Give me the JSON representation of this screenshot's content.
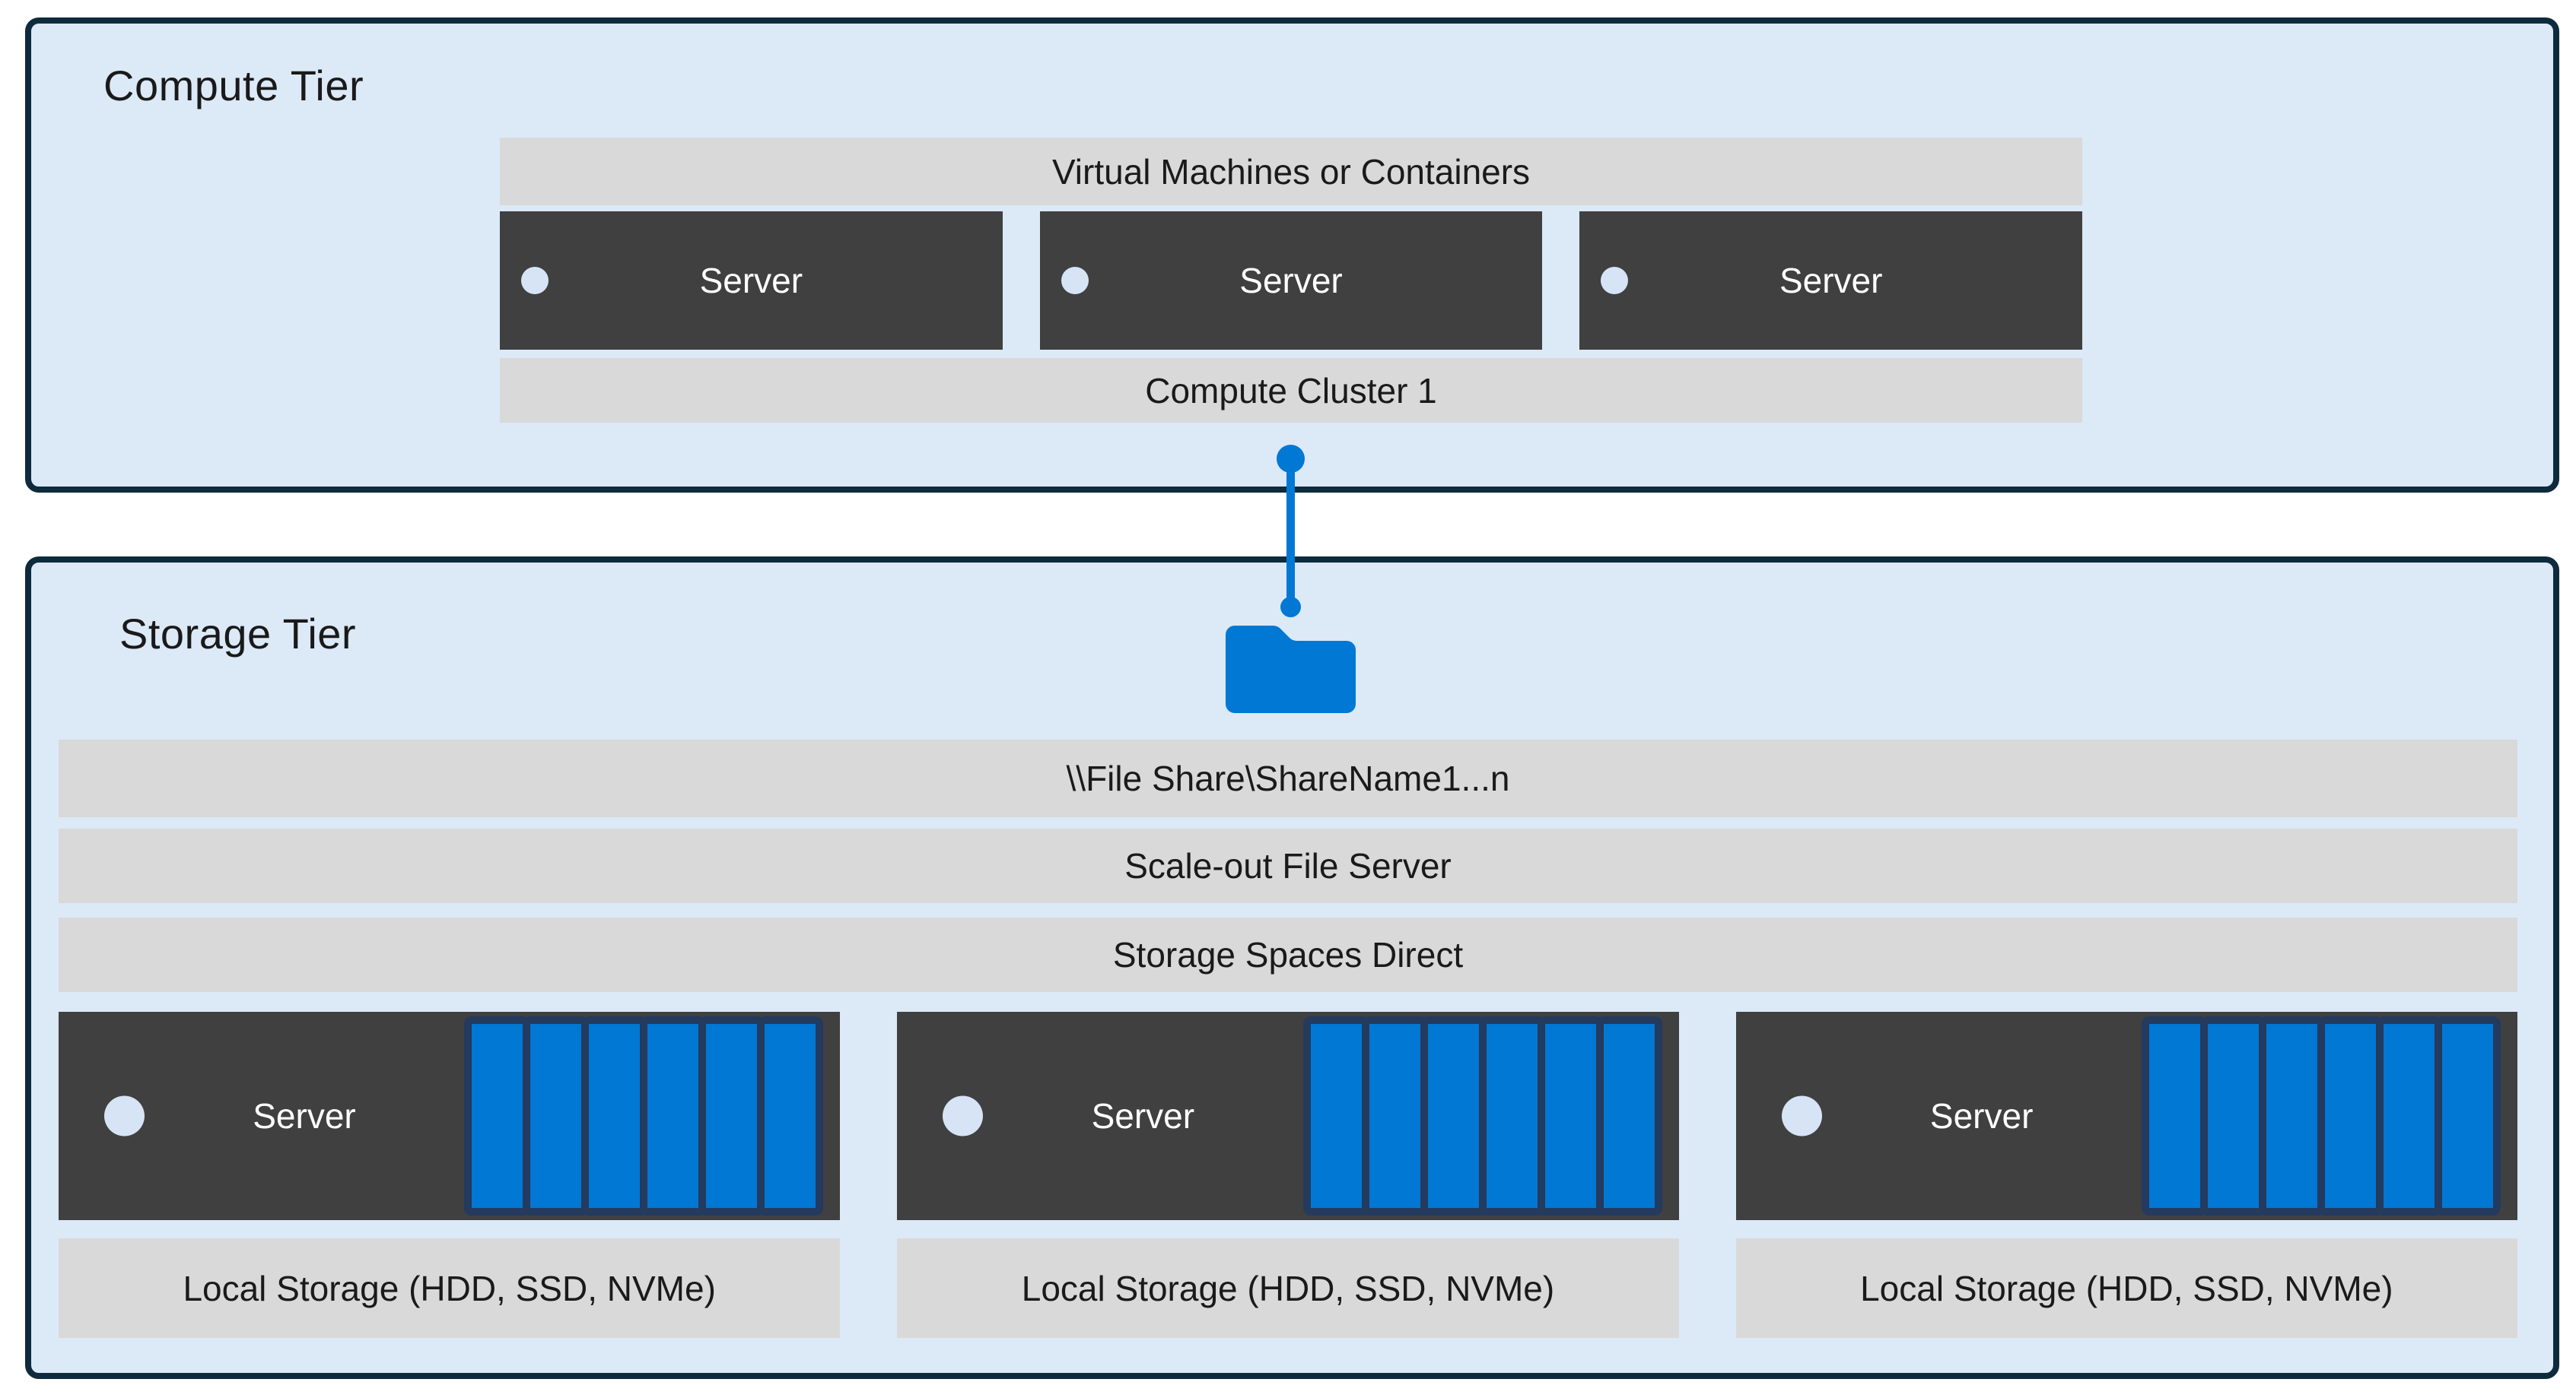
{
  "compute_tier": {
    "title": "Compute Tier",
    "vm_bar_label": "Virtual Machines or Containers",
    "servers": [
      {
        "label": "Server"
      },
      {
        "label": "Server"
      },
      {
        "label": "Server"
      }
    ],
    "cluster_bar_label": "Compute Cluster 1"
  },
  "storage_tier": {
    "title": "Storage Tier",
    "file_share_bar_label": "\\\\File Share\\ShareName1...n",
    "scale_out_bar_label": "Scale-out File Server",
    "s2d_bar_label": "Storage Spaces Direct",
    "nodes": [
      {
        "label": "Server",
        "disk_count": 6,
        "local_storage_label": "Local Storage (HDD, SSD, NVMe)"
      },
      {
        "label": "Server",
        "disk_count": 6,
        "local_storage_label": "Local Storage (HDD, SSD, NVMe)"
      },
      {
        "label": "Server",
        "disk_count": 6,
        "local_storage_label": "Local Storage (HDD, SSD, NVMe)"
      }
    ]
  },
  "icons": {
    "folder": "folder-icon",
    "server_indicator": "status-dot-icon",
    "disk": "disk-bay-icon",
    "connector": "connector-line"
  },
  "colors": {
    "tier_fill": "#DCE9F7",
    "tier_border": "#0D2B3C",
    "bar_fill": "#D9D9D9",
    "server_fill": "#404040",
    "server_text": "#FFFFFF",
    "accent_blue": "#0078D4",
    "disk_outline": "#243A5E",
    "indicator_dot": "#D6E4F6",
    "text_dark": "#1A1A1A",
    "page_bg": "#FFFFFF"
  }
}
